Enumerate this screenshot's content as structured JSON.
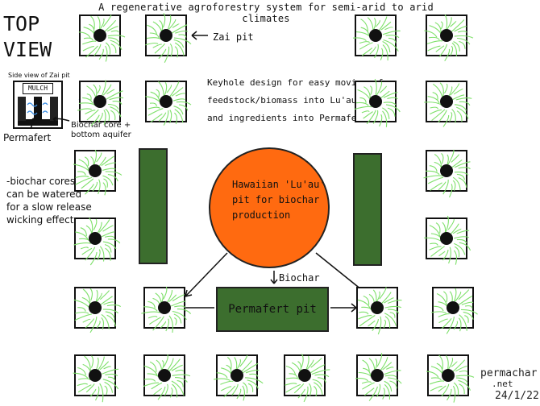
{
  "title": "A regenerative agroforestry system for semi-arid to arid climates",
  "top_view": [
    "TOP",
    "VIEW"
  ],
  "labels": {
    "zai_pit": "Zai pit",
    "keyhole": [
      "Keyhole design for easy moving of",
      "feedstock/biomass into Lu'au pit",
      "and ingredients into Permafert pits"
    ],
    "luau": [
      "Hawaiian 'Lu'au'",
      "pit for biochar",
      "production"
    ],
    "biochar": "Biochar",
    "permafert_pit": "Permafert pit",
    "side_view_title": "Side view of Zai pit",
    "mulch": "MULCH",
    "permafert": "Permafert",
    "biochar_core": [
      "Biochar core +",
      "bottom aquifer"
    ],
    "watering_note": [
      "-biochar cores",
      "can be watered",
      "for a slow release",
      "wicking effect"
    ]
  },
  "signature": {
    "name": "permachar",
    "suffix": ".net",
    "date": "24/1/22"
  },
  "colors": {
    "grass": "#7ee06a",
    "bed": "#3c6e2e",
    "luau": "#ff6a10",
    "water": "#3a8ee6"
  }
}
